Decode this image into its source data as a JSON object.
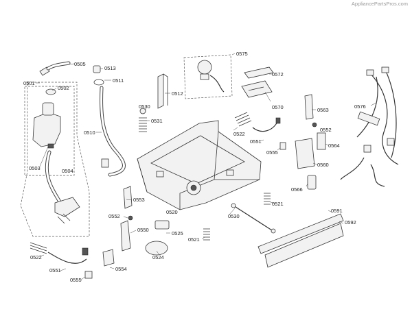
{
  "watermark": "AppliancePartsPros.com",
  "labels": {
    "p0501": "0501",
    "p0502": "0502",
    "p0503": "0503",
    "p0504": "0504",
    "p0505": "0505",
    "p0510": "0510",
    "p0511": "0511",
    "p0512": "0512",
    "p0513": "0513",
    "p0520": "0520",
    "p0521a": "0521",
    "p0521b": "0521",
    "p0522a": "0522",
    "p0522b": "0522",
    "p0524": "0524",
    "p0525": "0525",
    "p0530a": "0530",
    "p0530b": "0530",
    "p0531": "0531",
    "p0550": "0550",
    "p0551a": "0551",
    "p0551b": "0551",
    "p0552a": "0552",
    "p0552b": "0552",
    "p0553": "0553",
    "p0554": "0554",
    "p0555a": "0555",
    "p0555b": "0555",
    "p0560": "0560",
    "p0563": "0563",
    "p0564": "0564",
    "p0566": "0566",
    "p0570": "0570",
    "p0572": "0572",
    "p0575": "0575",
    "p0576": "0576",
    "p0591": "0591",
    "p0592": "0592"
  }
}
